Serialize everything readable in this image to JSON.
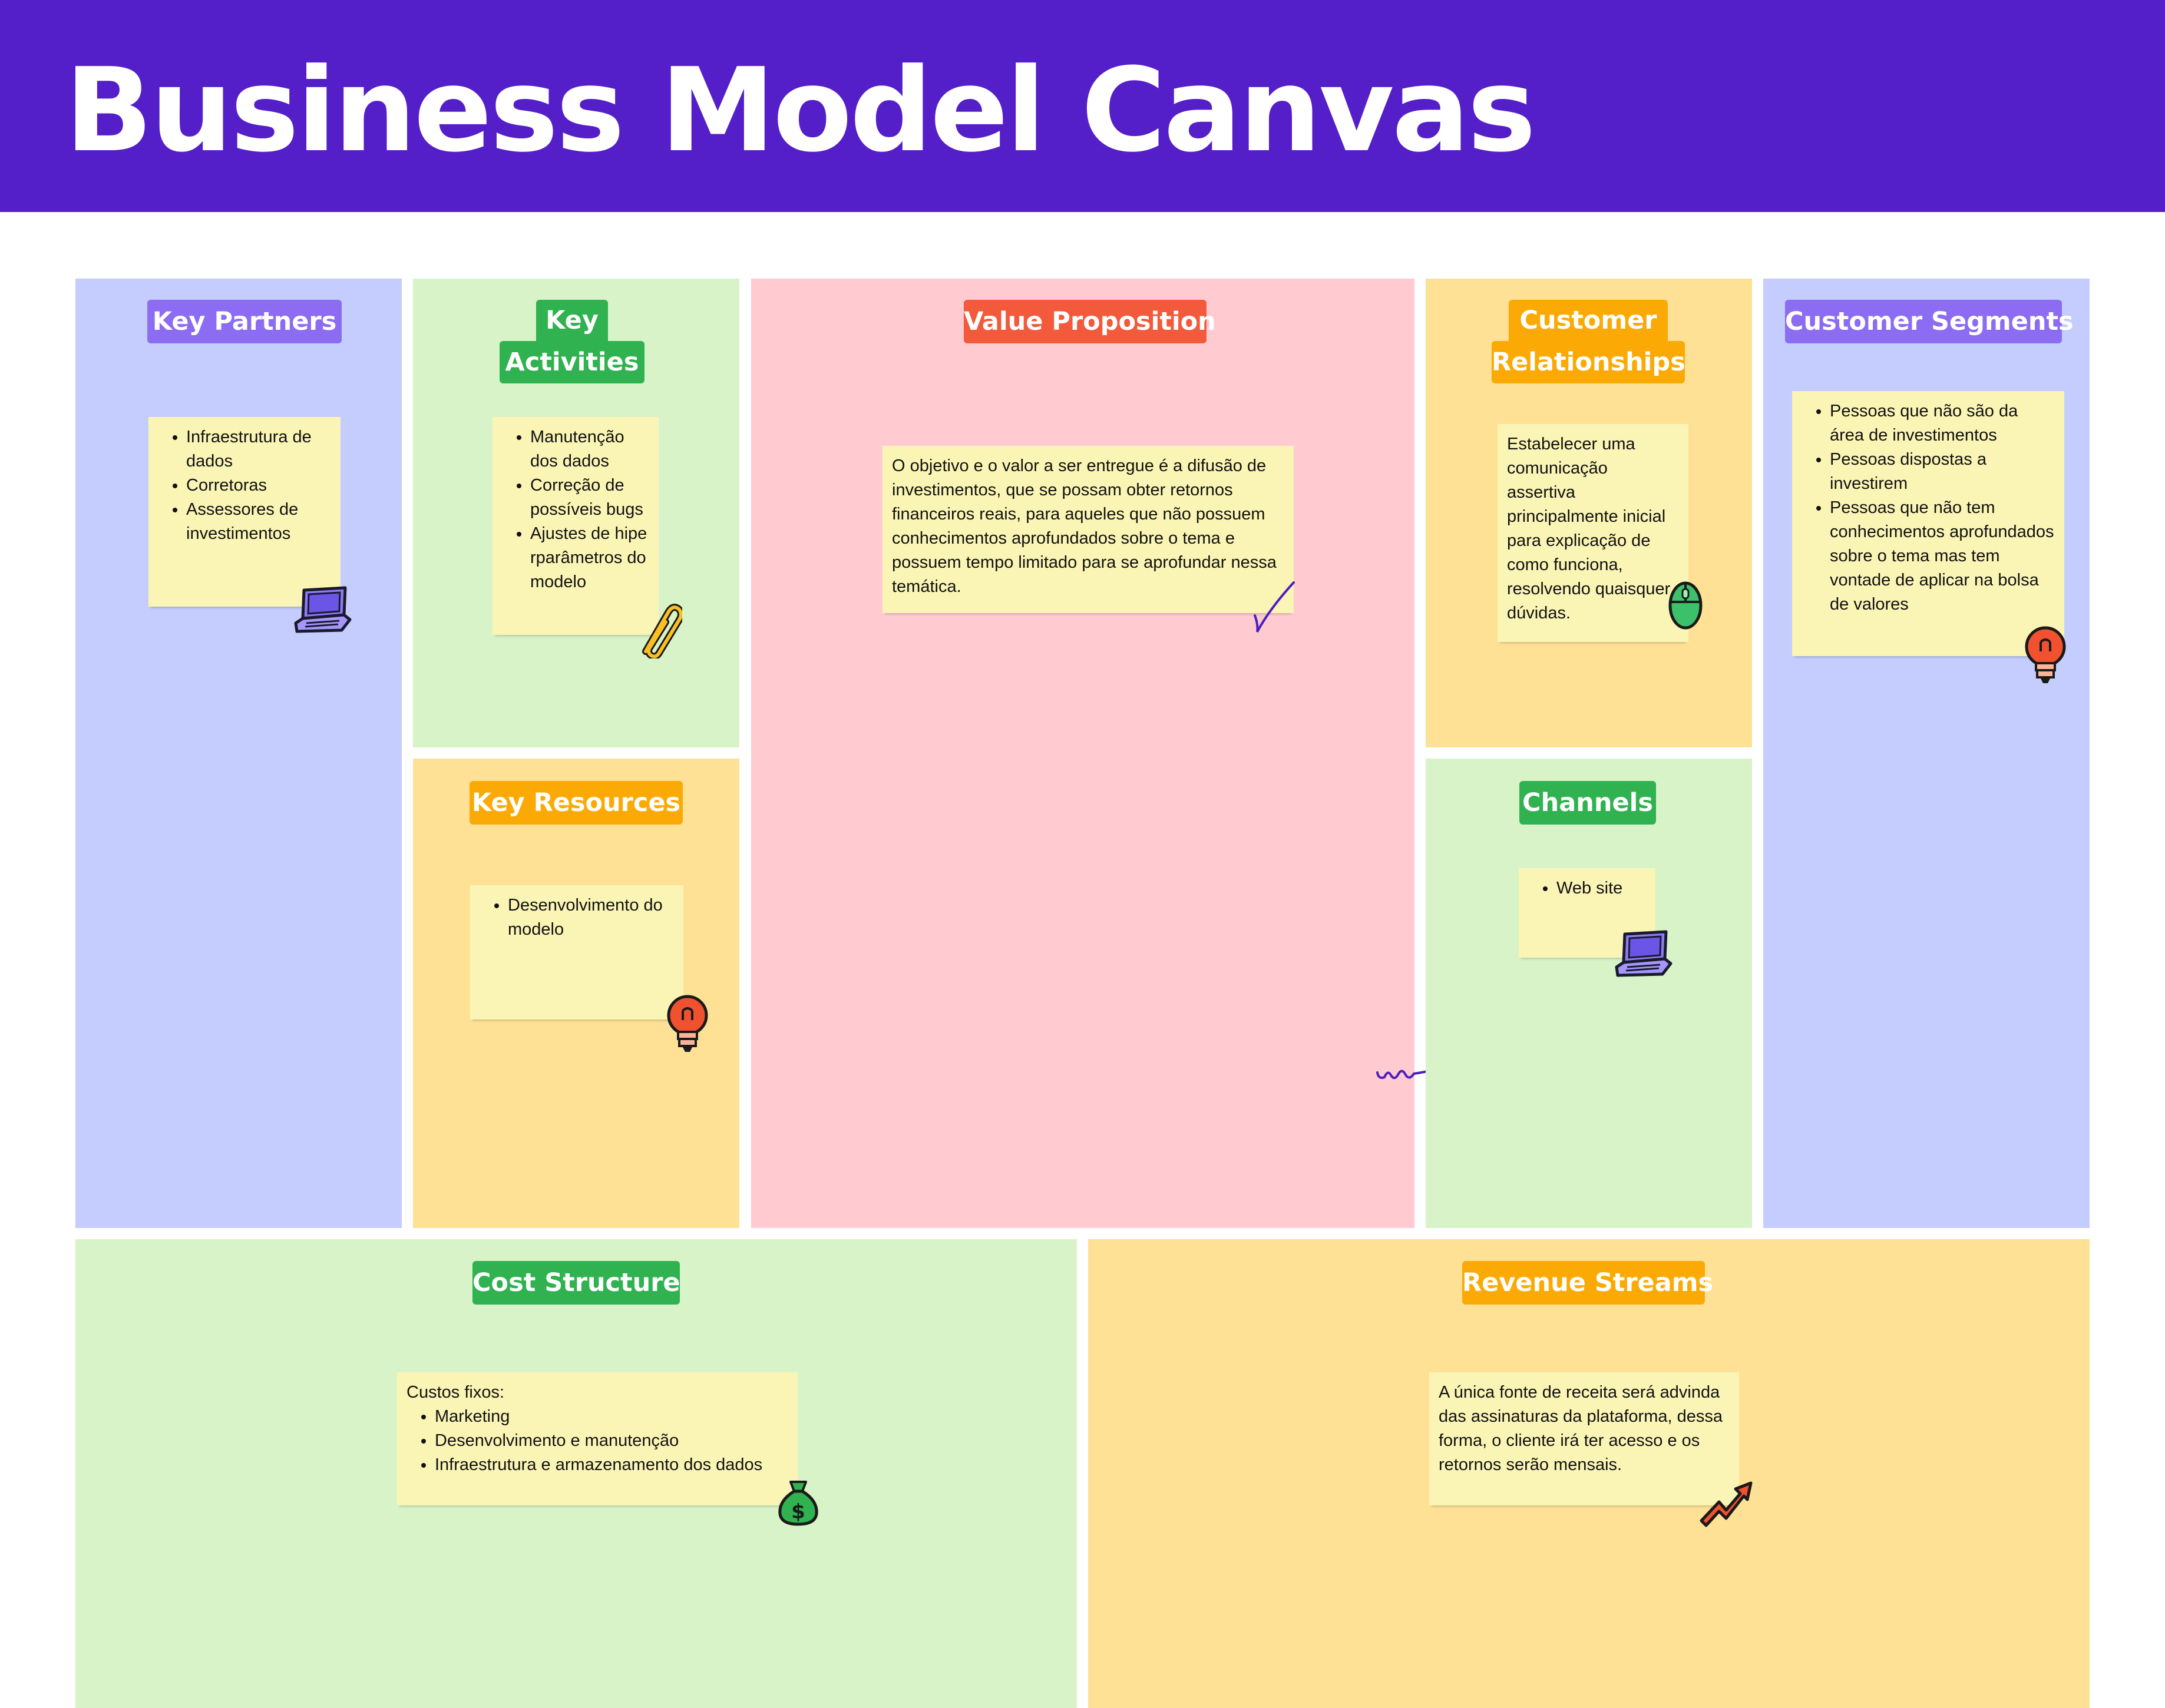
{
  "title": "Business Model Canvas",
  "colors": {
    "header": "#541fc9",
    "purple_section": "#c4cdfd",
    "green_section": "#d8f3c8",
    "pink_section": "#ffcbd1",
    "orange_section": "#fee195",
    "note": "#fbf5b5",
    "label_purple": "#8b6cf2",
    "label_green": "#2fb24f",
    "label_red": "#f35a3b",
    "label_orange": "#fbaa05"
  },
  "sections": {
    "key_partners": {
      "label": "Key Partners",
      "items": [
        "Infraestrutura de dados",
        "Corretoras",
        "Assessores de investimentos"
      ],
      "sticker": "laptop-icon"
    },
    "key_activities": {
      "label_line1": "Key",
      "label_line2": "Activities",
      "items": [
        "Manutenção dos dados",
        "Correção de possíveis bugs",
        "Ajustes de hiperparâmetros do modelo"
      ],
      "sticker": "paperclip-icon"
    },
    "key_resources": {
      "label": "Key Resources",
      "items": [
        "Desenvolvimento do modelo"
      ],
      "sticker": "lightbulb-icon"
    },
    "value_proposition": {
      "label": "Value Proposition",
      "text": "O objetivo e o valor a ser entregue é a difusão de investimentos, que se possam obter retornos financeiros reais, para aqueles que não possuem conhecimentos aprofundados sobre o tema e possuem tempo limitado para se aprofundar nessa temática.",
      "doodle": "checkmark-doodle"
    },
    "customer_relationships": {
      "label_line1": "Customer",
      "label_line2": "Relationships",
      "text": "Estabelecer uma comunicação assertiva principalmente inicial para explicação de como funciona, resolvendo quaisquer dúvidas.",
      "sticker": "mouse-icon"
    },
    "channels": {
      "label": "Channels",
      "items": [
        "Web site"
      ],
      "sticker": "laptop-icon"
    },
    "customer_segments": {
      "label": "Customer Segments",
      "items": [
        "Pessoas que não são da área de investimentos",
        "Pessoas dispostas a investirem",
        "Pessoas que não tem conhecimentos aprofundados sobre o tema mas tem vontade de aplicar na bolsa de valores"
      ],
      "sticker": "lightbulb-icon"
    },
    "cost_structure": {
      "label": "Cost Structure",
      "intro": "Custos fixos:",
      "items": [
        "Marketing",
        "Desenvolvimento e manutenção",
        "Infraestrutura e armazenamento dos dados"
      ],
      "sticker": "money-bag-icon"
    },
    "revenue_streams": {
      "label": "Revenue Streams",
      "text": "A única fonte de receita será advinda das assinaturas da plataforma, dessa forma, o cliente irá ter acesso e os retornos serão mensais.",
      "sticker": "trend-up-arrow-icon"
    }
  }
}
